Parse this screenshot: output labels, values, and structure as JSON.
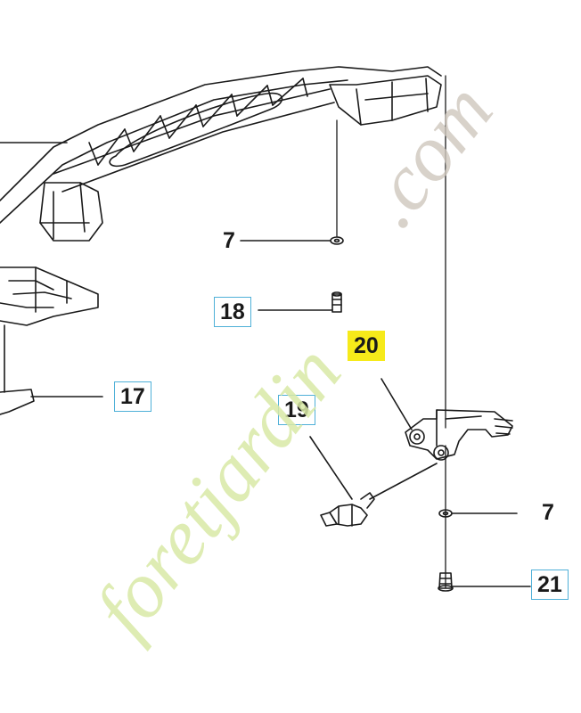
{
  "callouts": {
    "c7_top": "7",
    "c18": "18",
    "c20": "20",
    "c17": "17",
    "c19": "19",
    "c7_bottom": "7",
    "c21": "21"
  },
  "watermark": {
    "text": "foretjardin.com",
    "color_green": "#d9e9a6",
    "color_grey": "#cfc7bd"
  },
  "colors": {
    "highlight": "#f6ea1a",
    "box_border": "#4fb0d8",
    "line": "#1a1a1a"
  }
}
